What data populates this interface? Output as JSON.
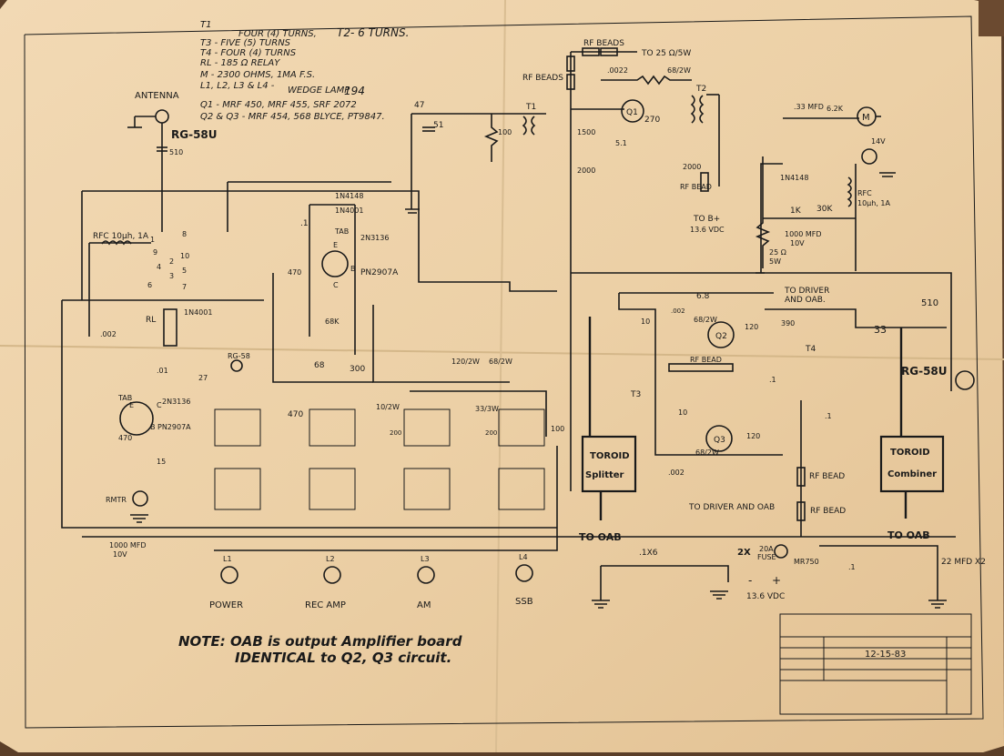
{
  "header_notes": {
    "t1": "T1",
    "t1_turns": "FOUR (4) TURNS,",
    "t2": "T2- 6 TURNS.",
    "t3": "T3 - FIVE (5) TURNS",
    "t4": "T4 - FOUR (4) TURNS",
    "rl": "RL - 185 Ω RELAY",
    "m": "M - 2300 OHMS, 1MA F.S.",
    "lamps": "L1, L2, L3 & L4 -",
    "wedge": "WEDGE LAMP",
    "wedge_num": "194",
    "q1": "Q1 - MRF 450, MRF 455, SRF 2072",
    "q2q3": "Q2 & Q3 - MRF 454, 568 BLYCE, PT9847."
  },
  "antenna": {
    "label": "ANTENNA",
    "cable": "RG-58U",
    "cap": "510"
  },
  "components": {
    "rf_beads_top": "RF BEADS",
    "to_25": "TO 25 Ω/5W",
    "rf_beads_left": "RF BEADS",
    "c0022": ".0022",
    "r68_2w": "68/2W",
    "t2": "T2",
    "t1": "T1",
    "c51": "51",
    "r47": "47",
    "r100": "100",
    "q1": "Q1",
    "r270": "270",
    "c1500": "1500",
    "r51": "5.1",
    "c2000a": "2000",
    "c2000b": "2000",
    "rf_bead": "RF BEAD",
    "to_b": "TO B+",
    "v136": "13.6 VDC",
    "c33mfd": ".33 MFD",
    "r62k": "6.2K",
    "meter": "M",
    "lamp14v": "14V",
    "in4148_r": "1N4148",
    "r1k": "1K",
    "r30k": "30K",
    "rfc_r": "RFC",
    "rfc_r2": "10μh, 1A",
    "c1000r": "1000 MFD",
    "v10r": "10V",
    "r25": "25 Ω",
    "w5": "5W",
    "in4148_l": "1N4148",
    "in4001_l": "1N4001",
    "c1": ".1",
    "tab": "TAB",
    "e": "E",
    "b": "B",
    "c": "C",
    "q_2n3136": "2N3136",
    "pn2907a": "PN2907A",
    "r470a": "470",
    "r68k": "68K",
    "rfc_l": "RFC 10μh, 1A",
    "rl": "RL",
    "in4001_rl": "1N4001",
    "c002": ".002",
    "rg58": "RG-58",
    "c01": ".01",
    "c27": "27",
    "r470b": "470",
    "c15": "15",
    "rmtr": "RMTR",
    "c68": "68",
    "c300": "300",
    "r470c": "470",
    "r120_2w": "120/2W",
    "r68_2w_b": "68/2W",
    "r10_2w": "10/2W",
    "r33_3w": "33/3W",
    "c200a": "200",
    "c200b": "200",
    "c100": "100",
    "c1000l": "1000 MFD",
    "v10l": "10V",
    "sw_1": "1",
    "sw_2": "2",
    "sw_3": "3",
    "sw_4": "4",
    "sw_5": "5",
    "sw_6": "6",
    "sw_7": "7",
    "sw_8": "8",
    "sw_9": "9",
    "sw_10": "10",
    "r68": "6.8",
    "to_driver_oab": "TO DRIVER",
    "to_driver_oab2": "AND OAB.",
    "c510": "510",
    "c33": "33",
    "rg58u_r": "RG-58U",
    "r10a": "10",
    "c_002b": ".002",
    "r68_2w_c": "68/2W",
    "q2": "Q2",
    "c120a": "120",
    "c390": "390",
    "t4": "T4",
    "t3": "T3",
    "rf_bead_mid": "RF BEAD",
    "c_1": ".1",
    "r10b": "10",
    "q3": "Q3",
    "r68_2w_d": "68/2W",
    "c120b": "120",
    "c_002c": ".002",
    "c_1b": ".1",
    "toroid_splitter1": "TOROID",
    "toroid_splitter2": "Splitter",
    "toroid_combiner1": "TOROID",
    "toroid_combiner2": "Combiner",
    "to_oab_l": "TO OAB",
    "to_oab_r": "TO OAB",
    "rf_bead_1": "RF BEAD",
    "rf_bead_2": "RF BEAD",
    "to_driver_oab_b": "TO DRIVER AND OAB",
    "c_1x6": ".1X6",
    "fuse_2x": "2X",
    "fuse": "20A",
    "fuse2": "FUSE",
    "mr750": "MR750",
    "c_1c": ".1",
    "c22": "22 MFD X2",
    "minus": "-",
    "plus": "+",
    "v136b": "13.6 VDC"
  },
  "lamps": [
    {
      "id": "L1",
      "label": "POWER"
    },
    {
      "id": "L2",
      "label": "REC AMP"
    },
    {
      "id": "L3",
      "label": "AM"
    },
    {
      "id": "L4",
      "label": "SSB"
    }
  ],
  "note": {
    "line1": "NOTE: OAB is output Amplifier board",
    "line2": "IDENTICAL to Q2, Q3 circuit."
  },
  "title_block": {
    "date": "12-15-83"
  }
}
